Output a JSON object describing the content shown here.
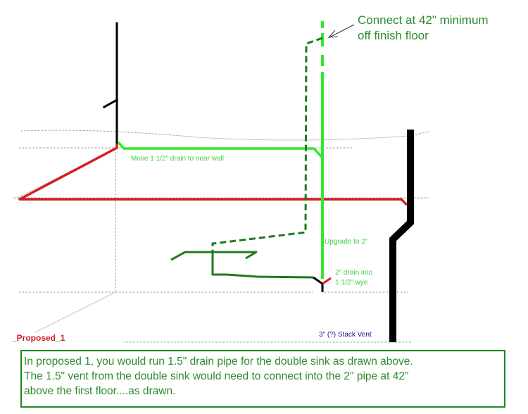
{
  "diagram": {
    "callout": {
      "line1": "Connect at 42\" minimum",
      "line2": "off finish floor"
    },
    "labels": {
      "move_drain": "Move 1 1/2\" drain to near wall",
      "upgrade": "Upgrade to 2\"",
      "wye_line1": "2\" drain into",
      "wye_line2": "1 1/2\" wye",
      "proposed": "_Proposed_1",
      "stack_vent": "3\" (?) Stack Vent"
    },
    "note": {
      "line1": "In proposed 1, you would run 1.5\" drain pipe for the double sink as drawn above.",
      "line2": "The 1.5\" vent from the double sink would need to connect into the 2\" pipe at 42\"",
      "line3": "above the first floor....as drawn."
    },
    "colors": {
      "existing_pipe": "#000000",
      "drain_red": "#d42020",
      "new_green": "#33e633",
      "dark_green": "#1f7a1f",
      "label_green": "#2e8b2e",
      "guide_gray": "#8c8c8c",
      "stack_label_blue": "#1a1a8c"
    }
  }
}
